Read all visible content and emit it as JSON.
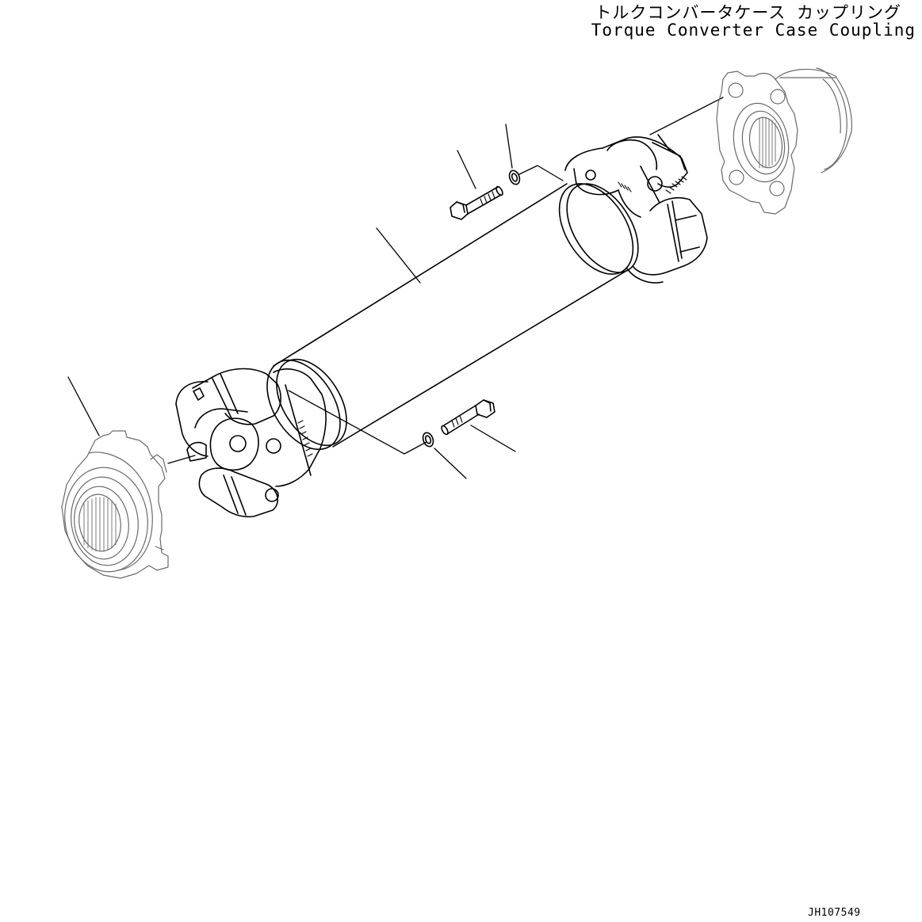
{
  "header": {
    "title_ja": "トルクコンバータケース カップリング",
    "title_en": "Torque Converter Case Coupling"
  },
  "footer": {
    "drawing_code": "JH107549"
  },
  "parts": [
    {
      "name": "torque-converter-coupling-flange"
    },
    {
      "name": "rear-yoke-flange"
    },
    {
      "name": "drive-shaft-tube"
    },
    {
      "name": "upper-bolt"
    },
    {
      "name": "upper-washer"
    },
    {
      "name": "lower-bolt"
    },
    {
      "name": "lower-washer"
    }
  ]
}
